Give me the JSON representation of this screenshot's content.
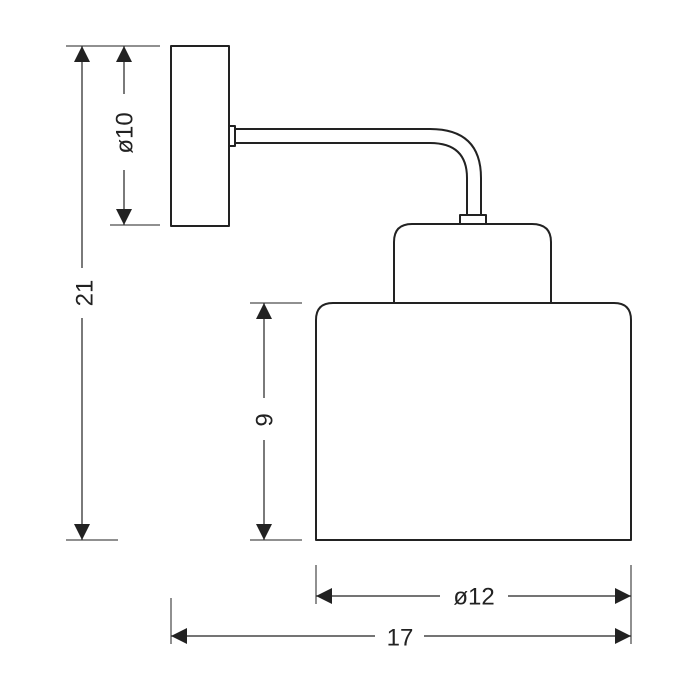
{
  "dimensions": {
    "overall_height": "21",
    "plate_diameter": "ø10",
    "shade_height": "9",
    "shade_diameter": "ø12",
    "overall_depth": "17"
  },
  "colors": {
    "line": "#222222",
    "background": "#ffffff"
  }
}
